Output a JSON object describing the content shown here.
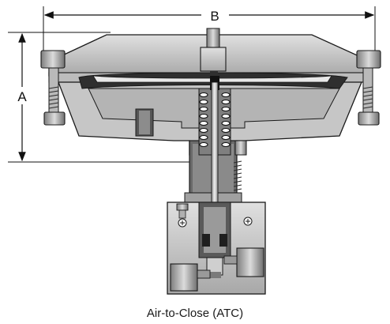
{
  "dimensions": {
    "a_label": "A",
    "b_label": "B"
  },
  "caption": "Air-to-Close (ATC)",
  "colors": {
    "outline": "#1a1a1a",
    "metal_light": "#d4d4d4",
    "metal_mid": "#b0b0b0",
    "metal_dark": "#7a7a7a",
    "section_dark": "#3c3c3c",
    "spring": "#111111"
  }
}
